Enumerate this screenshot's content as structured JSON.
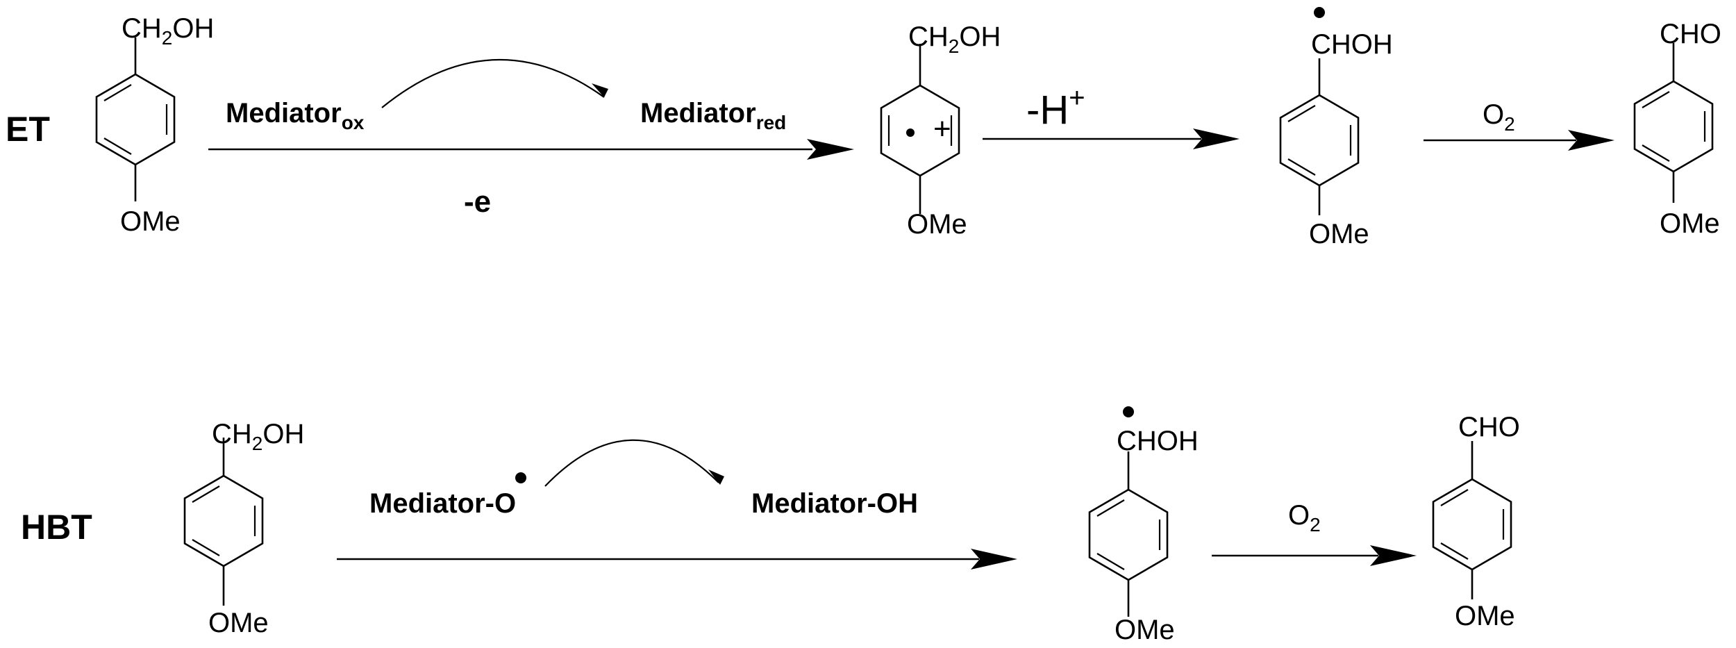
{
  "rows": {
    "et": {
      "label": "ET",
      "start": {
        "top": "CH",
        "top_sub": "2",
        "top_end": "OH",
        "bottom": "OMe"
      },
      "mediator_ox": "Mediator",
      "mediator_ox_sub": "ox",
      "mediator_red": "Mediator",
      "mediator_red_sub": "red",
      "minus_e": "-e",
      "cation": {
        "top": "CH",
        "top_sub": "2",
        "top_end": "OH",
        "bottom": "OMe",
        "plus": "+"
      },
      "minus_h": "-H",
      "minus_h_sup": "+",
      "radical": {
        "top": "CHOH",
        "bottom": "OMe"
      },
      "o2": "O",
      "o2_sub": "2",
      "product": {
        "top": "CHO",
        "bottom": "OMe"
      }
    },
    "hbt": {
      "label": "HBT",
      "start": {
        "top": "CH",
        "top_sub": "2",
        "top_end": "OH",
        "bottom": "OMe"
      },
      "mediator_o": "Mediator-O",
      "mediator_oh": "Mediator-OH",
      "radical": {
        "top": "CHOH",
        "bottom": "OMe"
      },
      "o2": "O",
      "o2_sub": "2",
      "product": {
        "top": "CHO",
        "bottom": "OMe"
      }
    }
  }
}
